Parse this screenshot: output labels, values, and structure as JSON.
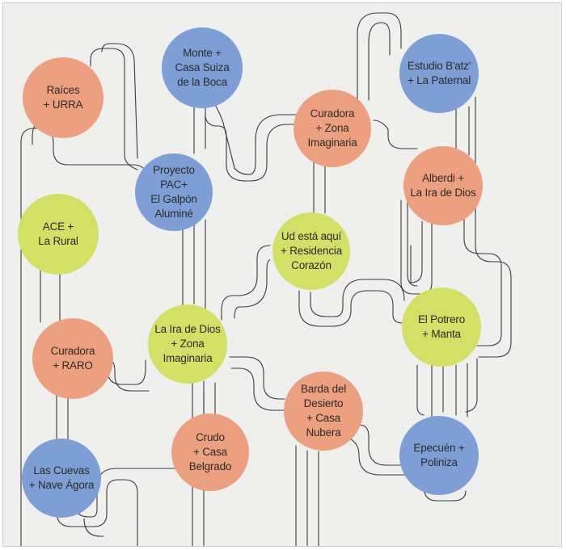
{
  "colors": {
    "background": "#efefee",
    "line": "#3a3a3a",
    "orange": "#eda07f",
    "blue": "#7e9ed6",
    "yellow": "#d4df66"
  },
  "nodes": [
    {
      "name": "node-raices-urra",
      "color": "orange",
      "label": "Raíces\n+ URRA"
    },
    {
      "name": "node-monte-casa-suiza",
      "color": "blue",
      "label": "Monte +\nCasa Suiza\nde la Boca"
    },
    {
      "name": "node-estudio-batz",
      "color": "blue",
      "label": "Estudio B'atz'\n+ La Paternal"
    },
    {
      "name": "node-curadora-zona-imaginaria-top",
      "color": "orange",
      "label": "Curadora\n+ Zona\nImaginaria"
    },
    {
      "name": "node-proyecto-pac",
      "color": "blue",
      "label": "Proyecto\nPAC+\nEl Galpón\nAluminé"
    },
    {
      "name": "node-alberdi",
      "color": "orange",
      "label": "Alberdi +\nLa Ira de Dios"
    },
    {
      "name": "node-ace-la-rural",
      "color": "yellow",
      "label": "ACE +\nLa Rural"
    },
    {
      "name": "node-ud-esta-aqui",
      "color": "yellow",
      "label": "Ud está aquí\n+ Residencia\nCorazón"
    },
    {
      "name": "node-el-potrero",
      "color": "yellow",
      "label": "El Potrero\n+ Manta"
    },
    {
      "name": "node-la-ira-de-dios",
      "color": "yellow",
      "label": "La Ira de Dios\n+ Zona\nImaginaria"
    },
    {
      "name": "node-curadora-raro",
      "color": "orange",
      "label": "Curadora\n+ RARO"
    },
    {
      "name": "node-barda-del-desierto",
      "color": "orange",
      "label": "Barda del\nDesierto\n+ Casa\nNubera"
    },
    {
      "name": "node-crudo-casa-belgrado",
      "color": "orange",
      "label": "Crudo\n+ Casa\nBelgrado"
    },
    {
      "name": "node-epecuen",
      "color": "blue",
      "label": "Epecuén +\nPoliniza"
    },
    {
      "name": "node-las-cuevas",
      "color": "blue",
      "label": "Las Cuevas\n+ Nave Ágora"
    }
  ]
}
